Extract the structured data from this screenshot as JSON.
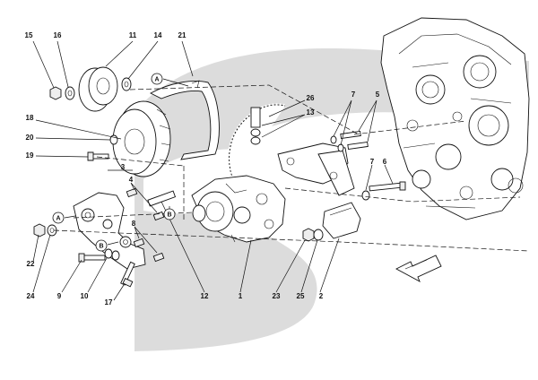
{
  "callouts": {
    "n15": "15",
    "n16": "16",
    "n11": "11",
    "n14": "14",
    "n21": "21",
    "n18": "18",
    "n20": "20",
    "n19": "19",
    "n26": "26",
    "n13": "13",
    "n7a": "7",
    "n5": "5",
    "n7b": "7",
    "n6": "6",
    "n3": "3",
    "n4": "4",
    "n8": "8",
    "n22": "22",
    "n24": "24",
    "n9": "9",
    "n10": "10",
    "n17": "17",
    "n12": "12",
    "n1": "1",
    "n23": "23",
    "n25": "25",
    "n2": "2"
  },
  "refs": {
    "a_top": "A",
    "a_left": "A",
    "b_mid": "B",
    "b_low": "B"
  },
  "colors": {
    "watermark": "#dcdcdc",
    "ink": "#111111",
    "background": "#ffffff"
  }
}
